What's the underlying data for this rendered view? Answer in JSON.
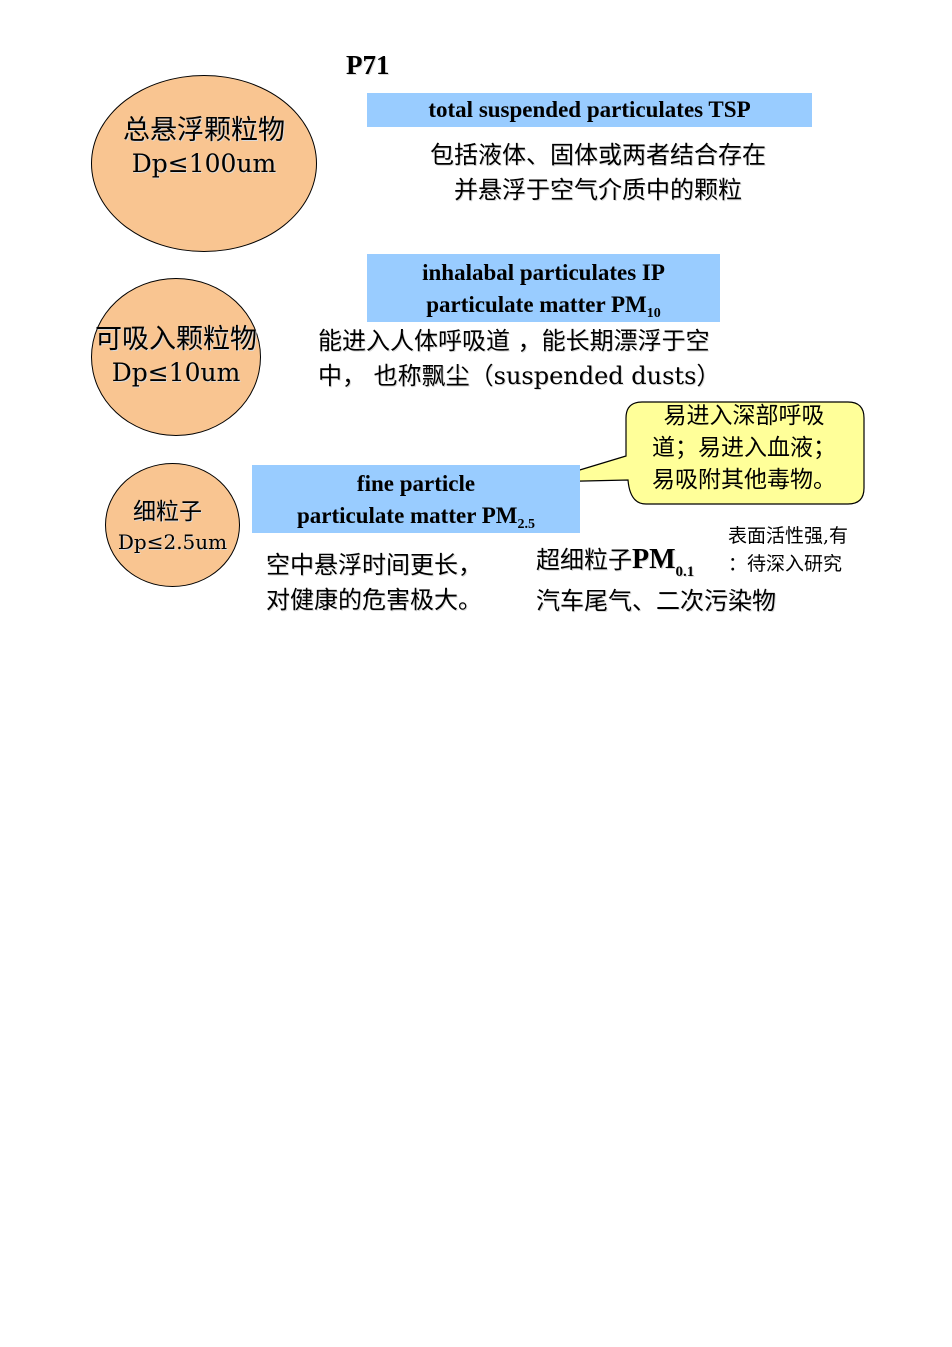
{
  "heading": "P71",
  "tsp": {
    "circle_line1": "总悬浮颗粒物",
    "circle_line2": "Dp≤100um",
    "label": "total suspended particulates TSP",
    "desc_line1": "包括液体、固体或两者结合存在",
    "desc_line2": "并悬浮于空气介质中的颗粒"
  },
  "ip": {
    "circle_line1": "可吸入颗粒物",
    "circle_line2": "Dp≤10um",
    "label_line1": "inhalabal particulates  IP",
    "label_line2_main": "particulate matter PM",
    "label_line2_sub": "10",
    "desc_line1": "能进入人体呼吸道 ，能长期漂浮于空",
    "desc_line2": "中，  也称飘尘（suspended dusts）"
  },
  "fine": {
    "circle_line1": "细粒子",
    "circle_line2": "Dp≤2.5um",
    "label_line1": "fine particle",
    "label_line2_main": "particulate matter PM",
    "label_line2_sub": "2.5",
    "desc_line1": "空中悬浮时间更长，",
    "desc_line2": "对健康的危害极大。"
  },
  "callout": {
    "line1": "易进入深部呼吸",
    "line2": "道；易进入血液；",
    "line3": "易吸附其他毒物。"
  },
  "ultrafine": {
    "label_main": "超细粒子",
    "pm_main": "PM",
    "pm_sub": "0.1",
    "source": "汽车尾气、二次污染物",
    "note_line1": "表面活性强,有",
    "note_line2": "：待深入研究"
  },
  "colors": {
    "circle_fill": "#f9c591",
    "label_fill": "#99ccff",
    "callout_fill": "#ffff99"
  }
}
